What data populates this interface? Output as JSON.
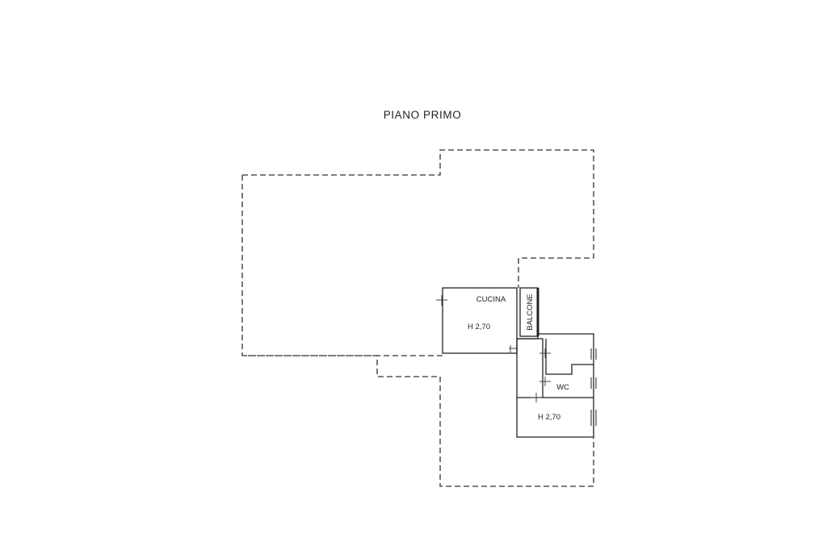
{
  "title": "PIANO PRIMO",
  "rooms": {
    "kitchen_name": "CUCINA",
    "kitchen_height": "H 2,70",
    "balcony_name": "BALCONE",
    "wc_name": "WC",
    "room_height": "H 2,70"
  }
}
